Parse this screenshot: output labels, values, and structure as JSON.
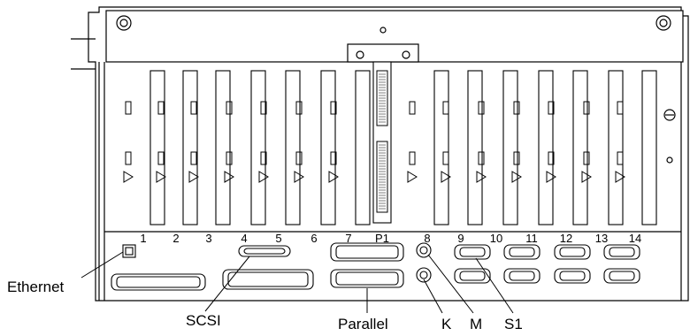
{
  "slot_labels": [
    "1",
    "2",
    "3",
    "4",
    "5",
    "6",
    "7",
    "P1",
    "8",
    "9",
    "10",
    "11",
    "12",
    "13",
    "14"
  ],
  "callouts": {
    "ethernet": "Ethernet",
    "scsi": "SCSI",
    "parallel": "Parallel",
    "keyboard": "K",
    "mouse": "M",
    "serial": "S1"
  },
  "colors": {
    "line": "#000000",
    "background": "#ffffff",
    "shading": "#e6e6e6"
  }
}
